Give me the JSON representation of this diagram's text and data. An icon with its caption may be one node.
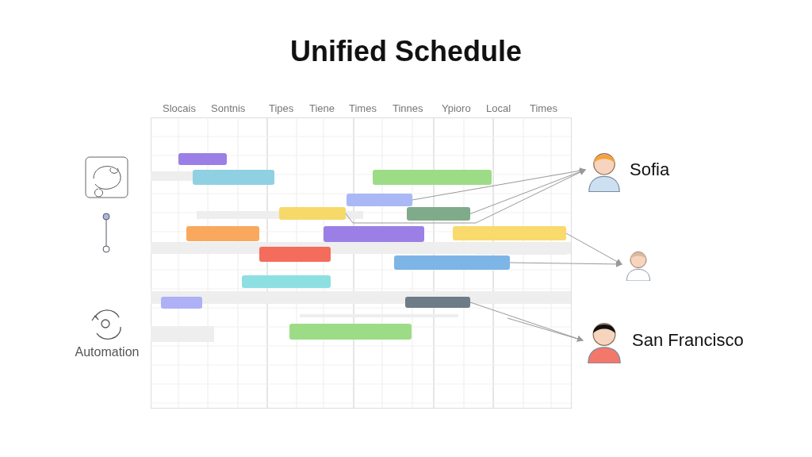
{
  "diagram": {
    "title": "Unified Schedule",
    "nodes": [
      {
        "text": [],
        "shape": "bar"
      },
      {
        "text": [],
        "shape": "bar"
      },
      {
        "text": [],
        "shape": "bar"
      },
      {
        "text": [],
        "shape": "bar"
      },
      {
        "text": [],
        "shape": "bar"
      },
      {
        "text": [],
        "shape": "bar"
      },
      {
        "text": [],
        "shape": "bar"
      },
      {
        "text": [],
        "shape": "bar"
      },
      {
        "text": [],
        "shape": "bar"
      },
      {
        "text": [],
        "shape": "bar"
      },
      {
        "text": [],
        "shape": "bar"
      },
      {
        "text": [],
        "shape": "bar"
      },
      {
        "text": [],
        "shape": "bar"
      },
      {
        "text": [],
        "shape": "bar"
      },
      {
        "text": [],
        "shape": "bar"
      },
      {
        "text": [],
        "shape": "person",
        "beside": [
          "Sofia"
        ]
      },
      {
        "text": [],
        "shape": "person"
      },
      {
        "text": [],
        "shape": "person",
        "beside": [
          "San Francisco"
        ]
      }
    ],
    "edges": [
      {
        "from": 4,
        "to": 15,
        "arrow": "to"
      },
      {
        "from": 3,
        "to": 15,
        "arrow": "to"
      },
      {
        "from": 5,
        "to": 15,
        "arrow": "to"
      },
      {
        "from": 8,
        "to": 16,
        "arrow": "to"
      },
      {
        "from": 10,
        "to": 16,
        "arrow": "to"
      },
      {
        "from": 13,
        "to": 17,
        "arrow": "to"
      },
      {
        "from": null,
        "to": 17,
        "arrow": "to"
      }
    ],
    "labels": [
      "Slocais",
      "Sontnis",
      "Tipes",
      "Tiene",
      "Times",
      "Tinnes",
      "Ypioro",
      "Local",
      "Times",
      "Automation"
    ]
  }
}
